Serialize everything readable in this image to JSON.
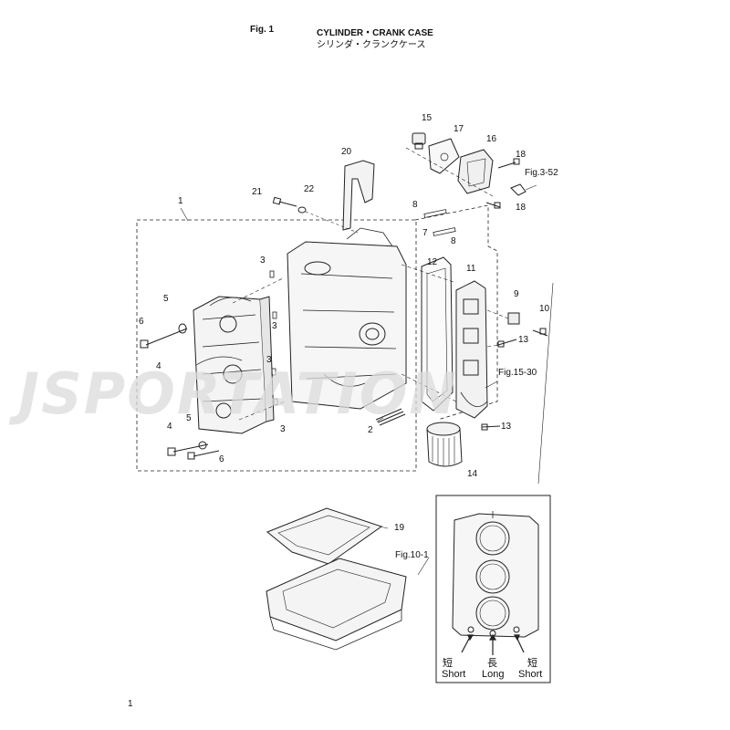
{
  "header": {
    "fig": "Fig. 1",
    "title": "CYLINDER・CRANK CASE",
    "title_jp": "シリンダ・クランクケース"
  },
  "watermark": "JSPORTATION",
  "callouts": [
    {
      "id": "c1",
      "text": "1"
    },
    {
      "id": "c2",
      "text": "2"
    },
    {
      "id": "c3a",
      "text": "3"
    },
    {
      "id": "c3b",
      "text": "3"
    },
    {
      "id": "c3c",
      "text": "3"
    },
    {
      "id": "c3d",
      "text": "3"
    },
    {
      "id": "c4a",
      "text": "4"
    },
    {
      "id": "c4b",
      "text": "4"
    },
    {
      "id": "c5a",
      "text": "5"
    },
    {
      "id": "c5b",
      "text": "5"
    },
    {
      "id": "c6a",
      "text": "6"
    },
    {
      "id": "c6b",
      "text": "6"
    },
    {
      "id": "c7",
      "text": "7"
    },
    {
      "id": "c8a",
      "text": "8"
    },
    {
      "id": "c8b",
      "text": "8"
    },
    {
      "id": "c9",
      "text": "9"
    },
    {
      "id": "c10",
      "text": "10"
    },
    {
      "id": "c11",
      "text": "11"
    },
    {
      "id": "c12",
      "text": "12"
    },
    {
      "id": "c13a",
      "text": "13"
    },
    {
      "id": "c13b",
      "text": "13"
    },
    {
      "id": "c14",
      "text": "14"
    },
    {
      "id": "c15",
      "text": "15"
    },
    {
      "id": "c16",
      "text": "16"
    },
    {
      "id": "c17",
      "text": "17"
    },
    {
      "id": "c18a",
      "text": "18"
    },
    {
      "id": "c18b",
      "text": "18"
    },
    {
      "id": "c19",
      "text": "19"
    },
    {
      "id": "c20",
      "text": "20"
    },
    {
      "id": "c21",
      "text": "21"
    },
    {
      "id": "c22",
      "text": "22"
    }
  ],
  "refs": {
    "fig352": "Fig.3-52",
    "fig1530": "Fig.15-30",
    "fig101": "Fig.10-1"
  },
  "inset_legend": {
    "left_jp": "短",
    "left_en": "Short",
    "center_jp": "長",
    "center_en": "Long",
    "right_jp": "短",
    "right_en": "Short"
  },
  "page_number": "1"
}
